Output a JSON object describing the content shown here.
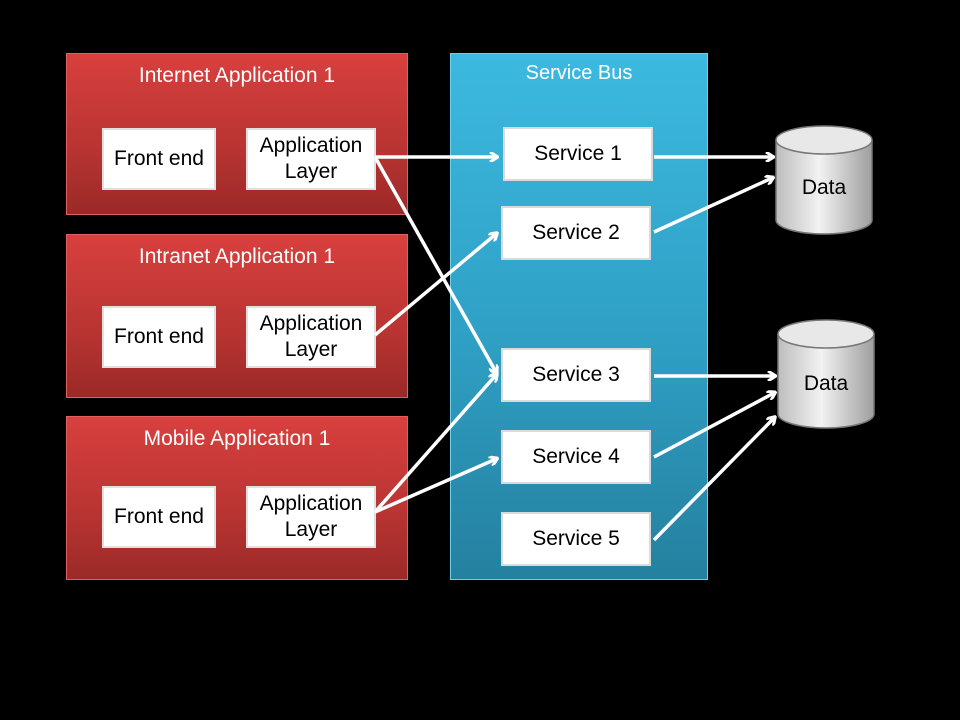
{
  "apps": [
    {
      "title": "Internet Application 1",
      "front_end": "Front end",
      "app_layer": "Application\nLayer"
    },
    {
      "title": "Intranet Application 1",
      "front_end": "Front end",
      "app_layer": "Application\nLayer"
    },
    {
      "title": "Mobile Application 1",
      "front_end": "Front end",
      "app_layer": "Application\nLayer"
    }
  ],
  "service_bus": {
    "title": "Service Bus",
    "services": [
      "Service  1",
      "Service  2",
      "Service  3",
      "Service  4",
      "Service  5"
    ]
  },
  "data_stores": [
    "Data",
    "Data"
  ],
  "colors": {
    "app_red": "#c83a38",
    "bus_blue": "#2fa6cf",
    "arrow": "#ffffff",
    "background": "#000000"
  }
}
